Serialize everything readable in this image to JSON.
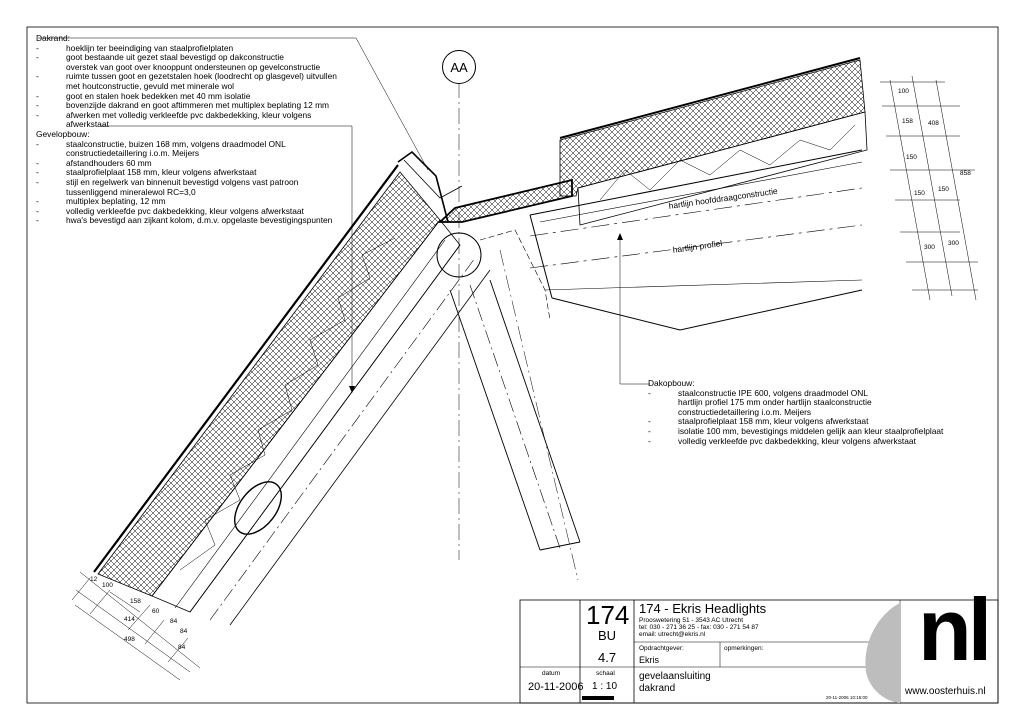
{
  "notes": {
    "dakrand_title": "Dakrand:",
    "dakrand_items": [
      "hoeklijn ter beeindiging van staalprofielplaten",
      "goot bestaande uit gezet staal bevestigd op dakconstructie\noverstek van goot over knooppunt ondersteunen op gevelconstructie",
      "ruimte tussen goot en gezetstalen hoek (loodrecht op glasgevel) uitvullen\nmet houtconstructie, gevuld met minerale wol",
      "goot en stalen hoek bedekken met 40 mm isolatie",
      "bovenzijde dakrand en goot aftimmeren met multiplex beplating 12 mm",
      "afwerken met volledig verkleefde pvc dakbedekking, kleur volgens\nafwerkstaat"
    ],
    "gevel_title": "Gevelopbouw:",
    "gevel_items": [
      "staalconstructie, buizen 168 mm, volgens draadmodel ONL\nconstructiedetaillering i.o.m. Meijers",
      "afstandhouders 60 mm",
      "staalprofielplaat 158 mm, kleur volgens afwerkstaat",
      "stijl en regelwerk van binnenuit bevestigd volgens vast patroon\ntussenliggend mineralewol RC=3,0",
      "multiplex beplating, 12 mm",
      "volledig verkleefde pvc dakbedekking, kleur volgens afwerkstaat",
      "hwa's bevestigd aan zijkant kolom, d.m.v. opgelaste bevestigingspunten"
    ],
    "dak_title": "Dakopbouw:",
    "dak_items": [
      "staalconstructie IPE 600, volgens draadmodel ONL\nhartlijn profiel 175 mm onder hartlijn staalconstructie\nconstructiedetaillering i.o.m. Meijers",
      "staalprofielplaat 158 mm, kleur volgens afwerkstaat",
      "isolatie 100 mm, bevestigings middelen gelijk aan kleur staalprofielplaat",
      "volledig verkleefde pvc dakbedekking, kleur volgens afwerkstaat"
    ]
  },
  "section_marker": "AA",
  "labels": {
    "hoofd": "hartlijn hoofddraagconstructie",
    "profiel": "hartlijn profiel"
  },
  "dims_right": [
    "100",
    "158",
    "408",
    "150",
    "858",
    "150",
    "150",
    "300",
    "300"
  ],
  "dims_bottom": [
    "12",
    "100",
    "158",
    "60",
    "414",
    "84",
    "84",
    "498",
    "84"
  ],
  "titleblock": {
    "number": "174",
    "code": "BU",
    "sheet": "4.7",
    "project": "174 - Ekris Headlights",
    "address": "Prooswetering 51 - 3543 AC Utrecht",
    "tel": "tel: 030 - 271 36 25 - fax: 030 - 271 54 87",
    "email": "email: utrecht@ekris.nl",
    "client_label": "Opdrachtgever:",
    "client": "Ekris",
    "remarks_label": "opmerkingen:",
    "date_label": "datum",
    "date": "20-11-2006",
    "scale_label": "schaal",
    "scale": "1 : 10",
    "desc1": "gevelaansluiting",
    "desc2": "dakrand",
    "logo": "nl",
    "url": "www.oosterhuis.nl",
    "stamp": "20-11-2006 10:15:00"
  }
}
